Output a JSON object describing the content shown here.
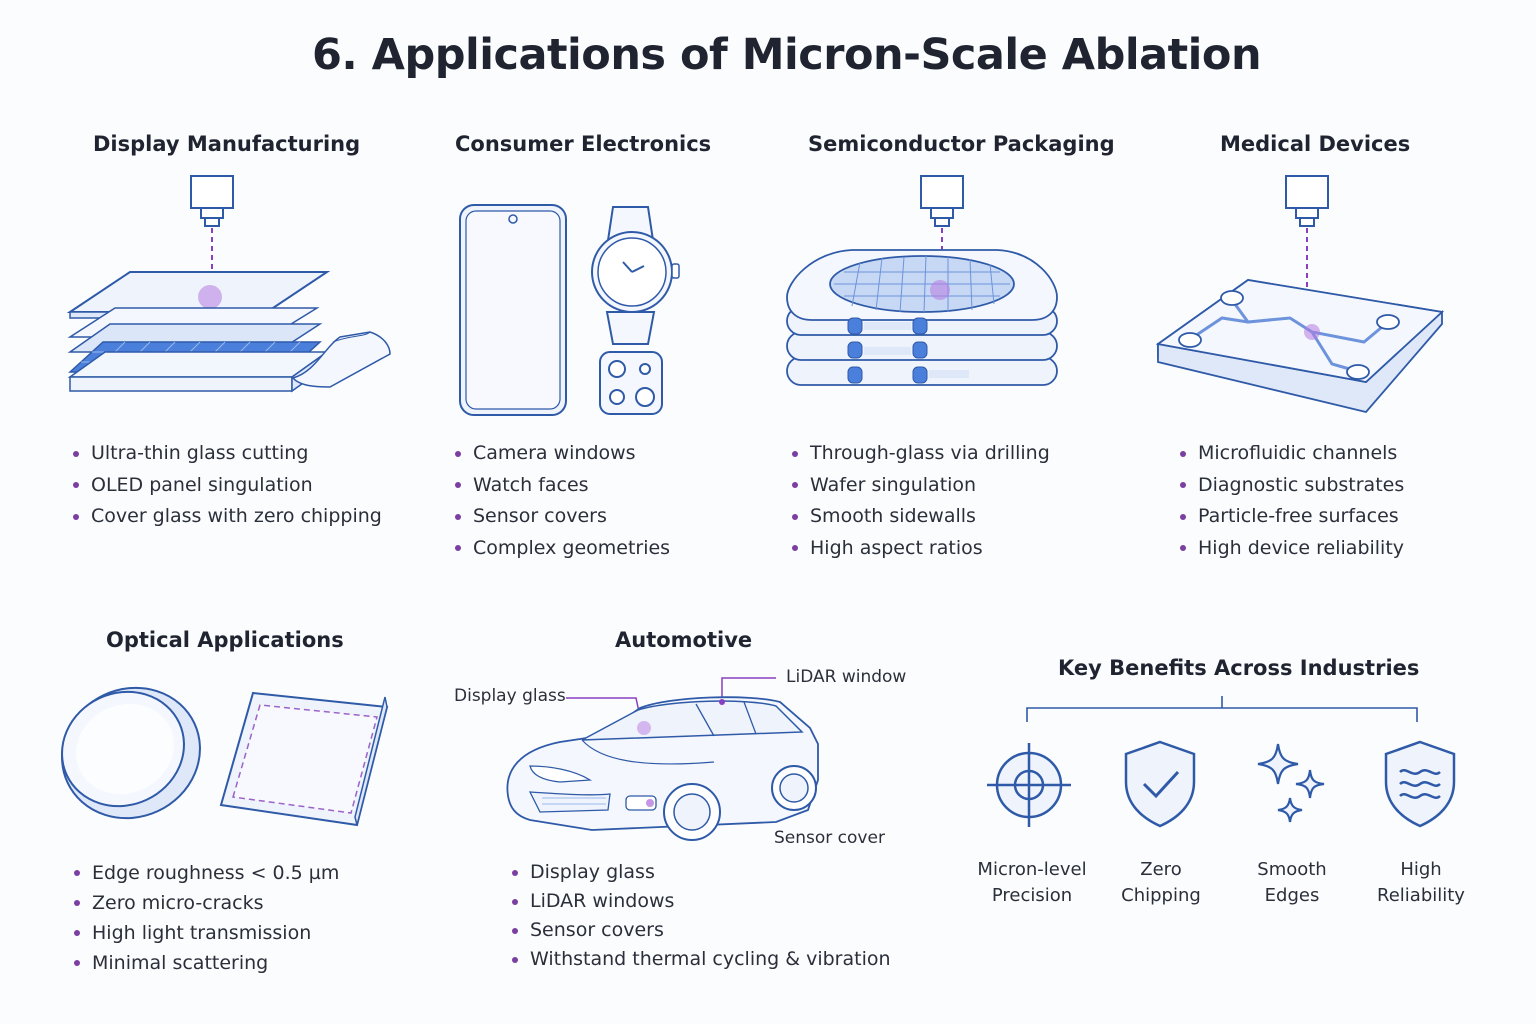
{
  "title": "6. Applications of Micron-Scale Ablation",
  "sections": {
    "display": {
      "title": "Display Manufacturing",
      "bullets": [
        "Ultra-thin glass cutting",
        "OLED panel singulation",
        "Cover glass with zero chipping"
      ]
    },
    "consumer": {
      "title": "Consumer Electronics",
      "bullets": [
        "Camera windows",
        "Watch faces",
        "Sensor covers",
        "Complex geometries"
      ]
    },
    "semi": {
      "title": "Semiconductor Packaging",
      "bullets": [
        "Through-glass via drilling",
        "Wafer singulation",
        "Smooth sidewalls",
        "High aspect ratios"
      ]
    },
    "medical": {
      "title": "Medical Devices",
      "bullets": [
        "Microfluidic channels",
        "Diagnostic substrates",
        "Particle-free surfaces",
        "High device reliability"
      ]
    },
    "optical": {
      "title": "Optical Applications",
      "bullets": [
        "Edge roughness < 0.5 µm",
        "Zero micro-cracks",
        "High light transmission",
        "Minimal scattering"
      ]
    },
    "automotive": {
      "title": "Automotive",
      "callouts": {
        "display_glass": "Display glass",
        "lidar_window": "LiDAR window",
        "sensor_cover": "Sensor cover"
      },
      "bullets": [
        "Display glass",
        "LiDAR windows",
        "Sensor covers",
        "Withstand thermal cycling & vibration"
      ]
    },
    "benefits": {
      "title": "Key Benefits Across Industries",
      "items": [
        {
          "line1": "Micron-level",
          "line2": "Precision",
          "icon": "crosshair-icon"
        },
        {
          "line1": "Zero",
          "line2": "Chipping",
          "icon": "shield-check-icon"
        },
        {
          "line1": "Smooth",
          "line2": "Edges",
          "icon": "sparkle-icon"
        },
        {
          "line1": "High",
          "line2": "Reliability",
          "icon": "shield-wave-icon"
        }
      ]
    }
  },
  "colors": {
    "line": "#2f5aa8",
    "light_fill": "#e8f0fb",
    "accent_blue": "#3b6fd1",
    "laser": "#8a3fc0",
    "bullet": "#7b3fa1",
    "text": "#1f2430"
  }
}
